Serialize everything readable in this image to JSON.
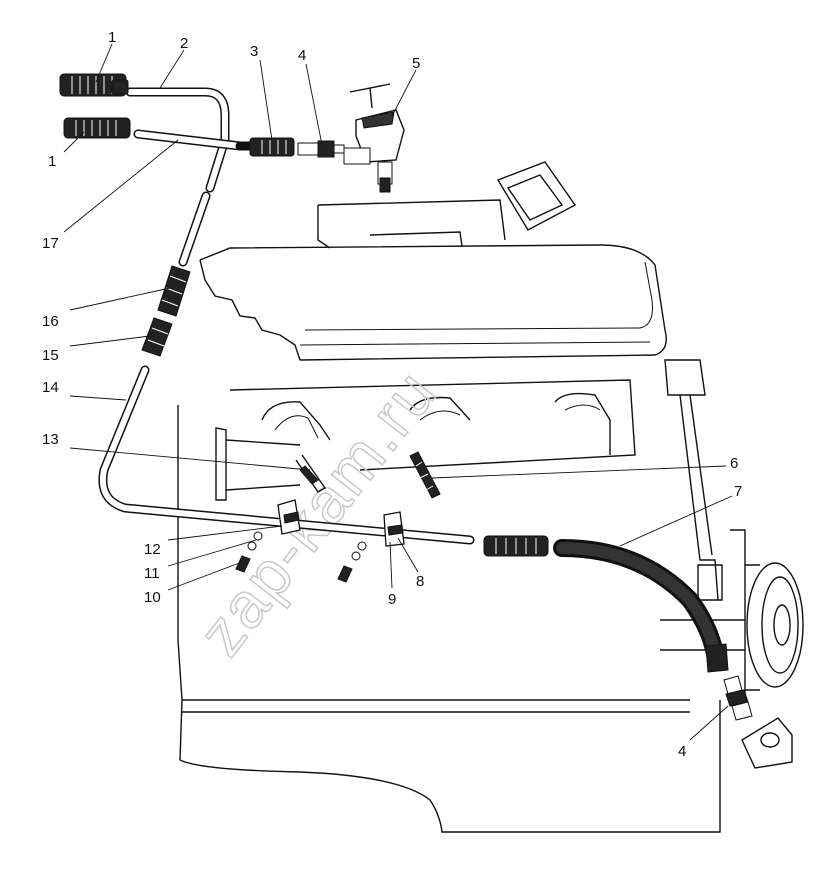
{
  "watermark": "zap-kam.ru",
  "callouts": [
    {
      "id": "c1a",
      "label": "1"
    },
    {
      "id": "c1b",
      "label": "1"
    },
    {
      "id": "c2",
      "label": "2"
    },
    {
      "id": "c3",
      "label": "3"
    },
    {
      "id": "c4a",
      "label": "4"
    },
    {
      "id": "c5",
      "label": "5"
    },
    {
      "id": "c17",
      "label": "17"
    },
    {
      "id": "c16",
      "label": "16"
    },
    {
      "id": "c15",
      "label": "15"
    },
    {
      "id": "c14",
      "label": "14"
    },
    {
      "id": "c13",
      "label": "13"
    },
    {
      "id": "c6",
      "label": "6"
    },
    {
      "id": "c7",
      "label": "7"
    },
    {
      "id": "c12",
      "label": "12"
    },
    {
      "id": "c11",
      "label": "11"
    },
    {
      "id": "c10",
      "label": "10"
    },
    {
      "id": "c9",
      "label": "9"
    },
    {
      "id": "c8",
      "label": "8"
    },
    {
      "id": "c4b",
      "label": "4"
    }
  ]
}
